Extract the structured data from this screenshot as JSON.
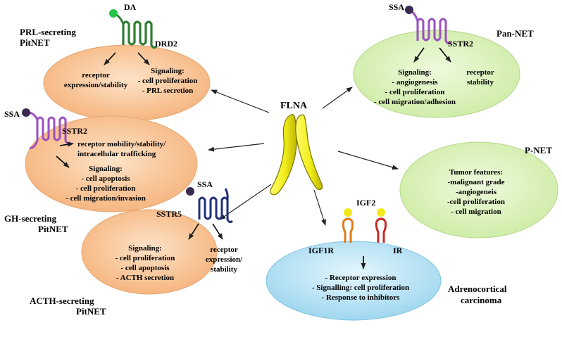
{
  "center": {
    "label": "FLNA",
    "colors": {
      "fill": "#f2ee1a",
      "stroke": "#7a7400"
    }
  },
  "prl": {
    "title_line1": "PRL-secreting",
    "title_line2": "PitNET",
    "ligand": "DA",
    "receptor": "DRD2",
    "left_line1": "receptor",
    "left_line2": "expression/stability",
    "right_line1": "Signaling:",
    "right_line2": "- cell proliferation",
    "right_line3": "- PRL secretion",
    "colors": {
      "fill": "#f8c597",
      "receptor": "#2f7d32",
      "ligand": "#27c24a"
    }
  },
  "gh": {
    "title_line1": "GH-secreting",
    "title_line2": "PitNET",
    "ligand": "SSA",
    "receptor": "SSTR2",
    "top_line1": "receptor mobility/stability/",
    "top_line2": "intracellular trafficking",
    "sig_line1": "Signaling:",
    "sig_line2": "- cell apoptosis",
    "sig_line3": "- cell proliferation",
    "sig_line4": "- cell migration/invasion",
    "colors": {
      "fill": "#f8c597",
      "receptor": "#8e44ad",
      "ligand": "#3b2a4f"
    }
  },
  "acth": {
    "title_line1": "ACTH-secreting",
    "title_line2": "PitNET",
    "ligand": "SSA",
    "receptor": "SSTR5",
    "left_line1": "Signaling:",
    "left_line2": "- cell proliferation",
    "left_line3": "- cell apoptosis",
    "left_line4": "- ACTH secretion",
    "right_line1": "receptor",
    "right_line2": "expression/",
    "right_line3": "stability",
    "colors": {
      "fill": "#f8c597",
      "receptor": "#1f2f7a",
      "ligand": "#3b2a4f"
    }
  },
  "pan": {
    "title": "Pan-NET",
    "ligand": "SSA",
    "receptor": "SSTR2",
    "left_line1": "Signaling:",
    "left_line2": "- angiogenesis",
    "left_line3": "- cell proliferation",
    "left_line4": "- cell migration/adhesion",
    "right_line1": "receptor",
    "right_line2": "stability",
    "colors": {
      "fill": "#d9f2b8",
      "receptor": "#8e44ad",
      "ligand": "#3b2a4f"
    }
  },
  "pnet": {
    "title": "P-NET",
    "line1": "Tumor features:",
    "line2": "-malignant grade",
    "line3": "-angiogeneis",
    "line4": "-cell proliferation",
    "line5": "- cell migration",
    "colors": {
      "fill": "#d9f2b8"
    }
  },
  "adreno": {
    "title_line1": "Adrenocortical",
    "title_line2": "carcinoma",
    "ligand": "IGF2",
    "receptor_left": "IGF1R",
    "receptor_right": "IR",
    "line1": "- Receptor expression",
    "line2": "- Signalling: cell proliferation",
    "line3": "- Response to inhibitors",
    "colors": {
      "fill": "#bfe6f5",
      "receptor_left": "#e07b1a",
      "receptor_right": "#c62828",
      "ligand": "#f4e81c"
    }
  }
}
